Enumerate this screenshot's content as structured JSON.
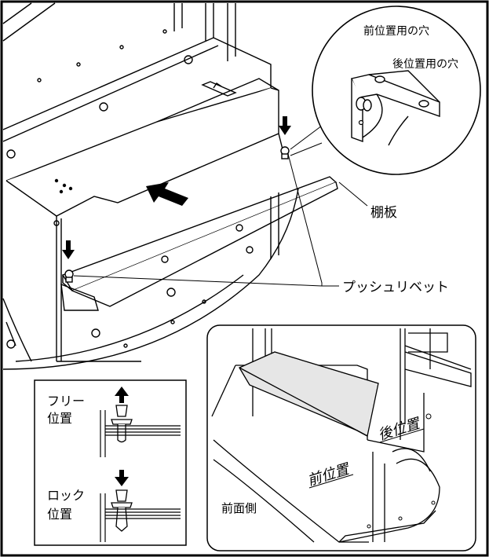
{
  "callouts": {
    "front_hole": "前位置用の穴",
    "rear_hole": "後位置用の穴",
    "shelf": "棚板",
    "push_rivet": "プッシュリベット"
  },
  "legend": {
    "free_line1": "フリー",
    "free_line2": "位置",
    "lock_line1": "ロック",
    "lock_line2": "位置"
  },
  "inset": {
    "rear_position": "後位置",
    "front_position": "前位置",
    "front_side": "前面側"
  },
  "colors": {
    "line": "#000000",
    "shelf_fill": "#e6e6e6",
    "background": "#ffffff"
  }
}
